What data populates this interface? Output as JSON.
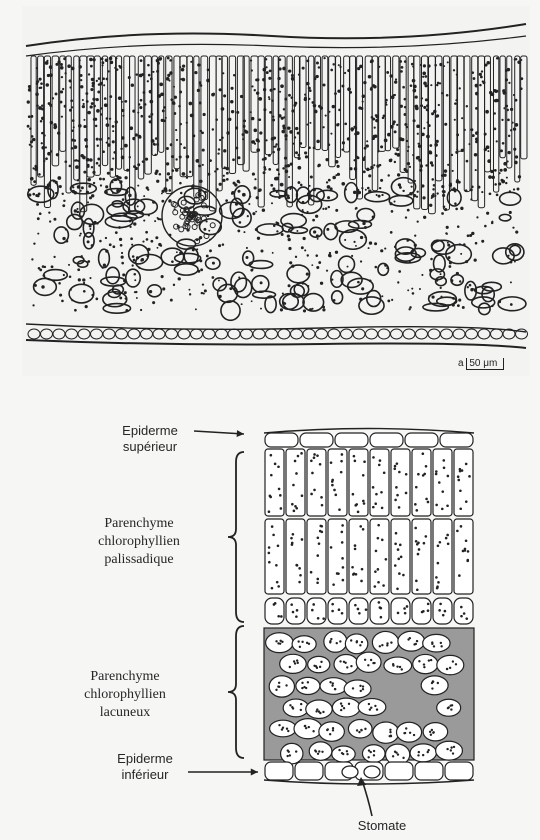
{
  "micrograph": {
    "scale_label": "50 μm",
    "scale_prefix": "a"
  },
  "diagram": {
    "labels": {
      "upper_epidermis": [
        "Epiderme",
        "supérieur"
      ],
      "palisade": [
        "Parenchyme",
        "chlorophyllien",
        "palissadique"
      ],
      "spongy": [
        "Parenchyme",
        "chlorophyllien",
        "lacuneux"
      ],
      "lower_epidermis": [
        "Epiderme",
        "inférieur"
      ],
      "stomate": "Stomate"
    }
  },
  "colors": {
    "ink": "#222222",
    "spongy_fill": "#9a9a9a",
    "cell_fill": "#ffffff"
  }
}
